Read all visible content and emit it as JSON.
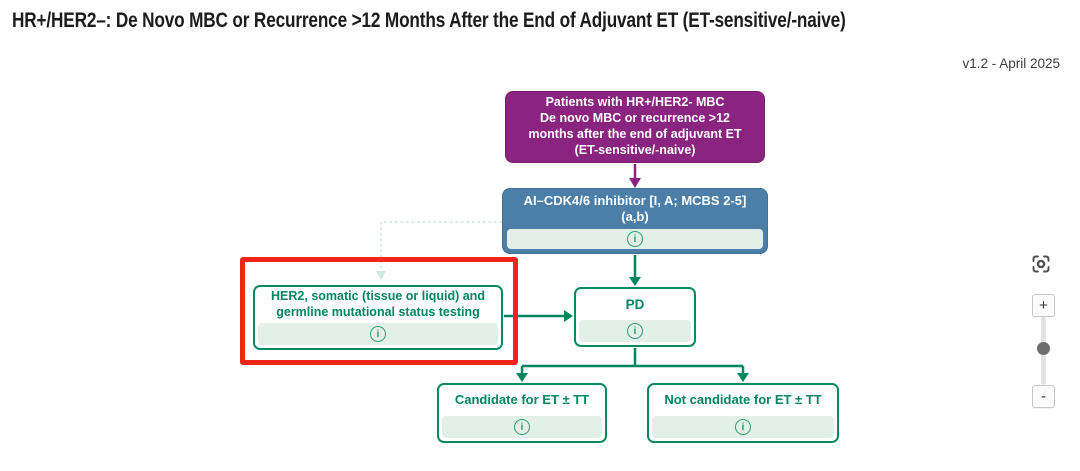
{
  "page": {
    "title": "HR+/HER2–: De Novo MBC or Recurrence >12 Months After the End of Adjuvant ET (ET-sensitive/-naive)",
    "version": "v1.2 - April 2025"
  },
  "colors": {
    "node_purple": "#8B2480",
    "node_blue": "#4C7FA8",
    "node_green_border": "#0B8A5E",
    "node_green_text": "#00855E",
    "info_strip_bg": "#E3F0E9",
    "info_icon_green": "#2A9D6F",
    "arrow_green": "#00855C",
    "arrow_purple": "#8B2480",
    "dashed_connector": "#CBE7DE",
    "highlight_red": "#F2251A"
  },
  "icons": {
    "info": "i",
    "zoom_in": "+",
    "zoom_out": "-",
    "focus": "focus-reset"
  },
  "flow": {
    "patients": {
      "text": "Patients with HR+/HER2- MBC\nDe novo MBC or recurrence >12\nmonths after the end of adjuvant ET\n(ET-sensitive/-naive)"
    },
    "cdk46": {
      "text": "AI–CDK4/6 inhibitor [I, A; MCBS 2-5]\n(a,b)"
    },
    "her2_testing": {
      "text": "HER2, somatic (tissue or liquid) and\ngermline mutational status testing",
      "highlighted": true
    },
    "pd": {
      "text": "PD"
    },
    "candidate": {
      "text": "Candidate for ET ± TT"
    },
    "not_candidate": {
      "text": "Not candidate for ET ± TT"
    },
    "edges": [
      {
        "from": "patients",
        "to": "cdk46",
        "style": "solid-purple-arrow"
      },
      {
        "from": "cdk46",
        "to": "pd",
        "style": "solid-green-arrow"
      },
      {
        "from": "cdk46",
        "to": "her2_testing",
        "style": "dashed-teal-arrow"
      },
      {
        "from": "her2_testing",
        "to": "pd",
        "style": "solid-green-arrow"
      },
      {
        "from": "pd",
        "to": "candidate",
        "style": "solid-green-arrow"
      },
      {
        "from": "pd",
        "to": "not_candidate",
        "style": "solid-green-arrow"
      }
    ]
  }
}
